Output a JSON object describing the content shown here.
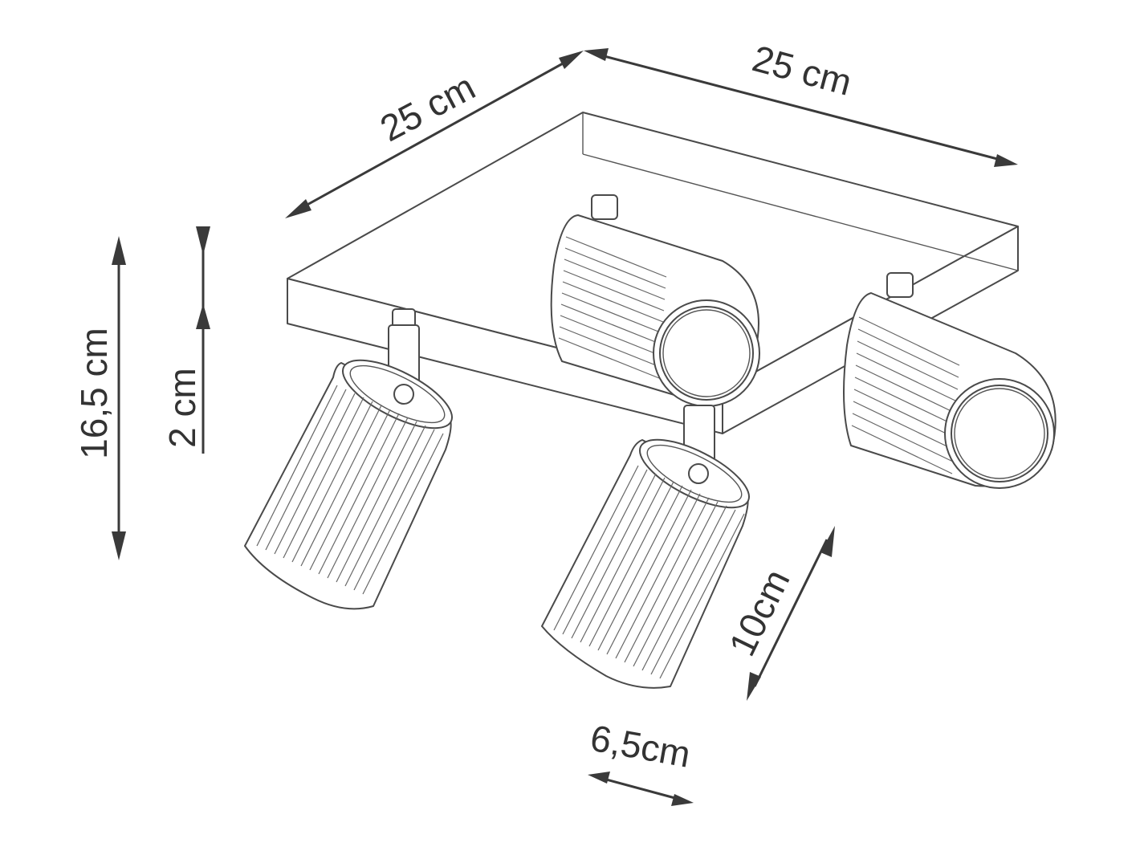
{
  "dimensions": {
    "depth": "25 cm",
    "width": "25 cm",
    "total_height": "16,5 cm",
    "plate_height": "2 cm",
    "spot_length": "10cm",
    "spot_diameter": "6,5cm"
  },
  "colors": {
    "line": "#4a4a4a",
    "arrow": "#3a3a3a",
    "background": "#ffffff"
  }
}
